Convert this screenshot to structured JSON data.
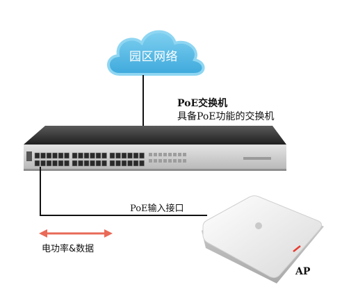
{
  "cloud": {
    "label": "园区网络"
  },
  "switch": {
    "title": "PoE交换机",
    "description": "具备PoE功能的交换机"
  },
  "link": {
    "label": "PoE输入接口"
  },
  "power_data": {
    "label": "电功率&数据"
  },
  "ap": {
    "label": "AP"
  },
  "colors": {
    "cloud_stroke": "#6cc6ea",
    "cloud_fill": "#4fb8e3",
    "arrow": "#e96a57",
    "switch_body": "#2c2c2c",
    "switch_panel": "#cfcfcf",
    "ap_body": "#eeeeee",
    "ap_led": "#e83a2e"
  }
}
